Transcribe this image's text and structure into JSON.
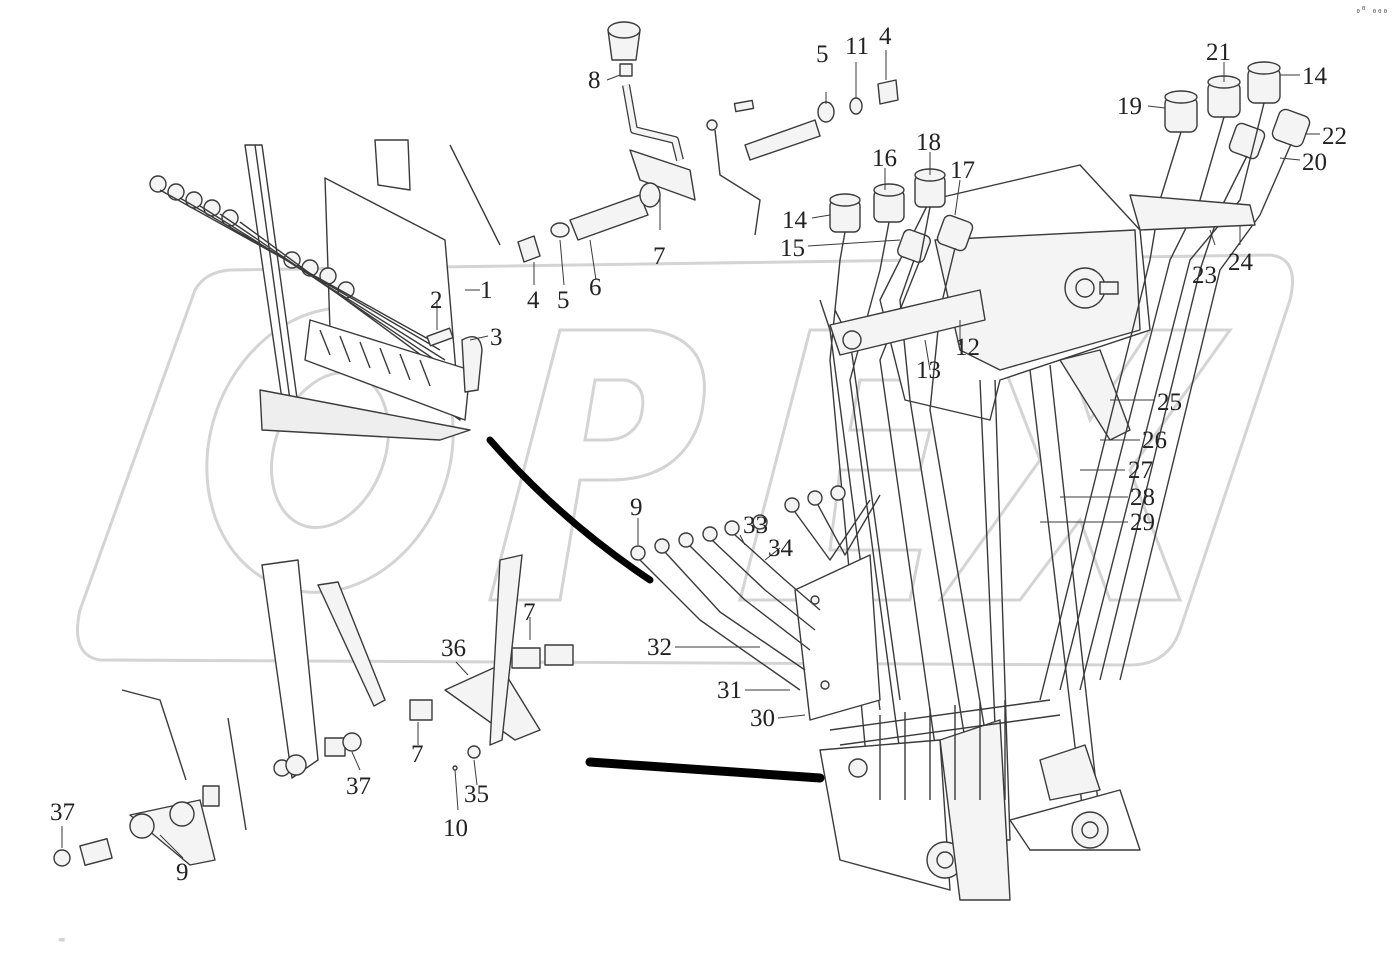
{
  "watermark": {
    "text": "OPEX",
    "color": "#d4d4d4"
  },
  "corner_mark": "₀⁰ ₀₀₀",
  "colors": {
    "line": "#3a3a3a",
    "fill": "#f4f4f4",
    "label": "#222222"
  },
  "callouts": [
    {
      "id": "c-8",
      "text": "8"
    },
    {
      "id": "c-5a",
      "text": "5"
    },
    {
      "id": "c-11",
      "text": "11"
    },
    {
      "id": "c-4a",
      "text": "4"
    },
    {
      "id": "c-21",
      "text": "21"
    },
    {
      "id": "c-14a",
      "text": "14"
    },
    {
      "id": "c-19",
      "text": "19"
    },
    {
      "id": "c-22",
      "text": "22"
    },
    {
      "id": "c-20",
      "text": "20"
    },
    {
      "id": "c-16",
      "text": "16"
    },
    {
      "id": "c-18",
      "text": "18"
    },
    {
      "id": "c-17",
      "text": "17"
    },
    {
      "id": "c-14b",
      "text": "14"
    },
    {
      "id": "c-15",
      "text": "15"
    },
    {
      "id": "c-7a",
      "text": "7"
    },
    {
      "id": "c-1",
      "text": "1"
    },
    {
      "id": "c-2",
      "text": "2"
    },
    {
      "id": "c-3",
      "text": "3"
    },
    {
      "id": "c-4b",
      "text": "4"
    },
    {
      "id": "c-5b",
      "text": "5"
    },
    {
      "id": "c-6",
      "text": "6"
    },
    {
      "id": "c-23",
      "text": "23"
    },
    {
      "id": "c-24",
      "text": "24"
    },
    {
      "id": "c-12",
      "text": "12"
    },
    {
      "id": "c-13",
      "text": "13"
    },
    {
      "id": "c-25",
      "text": "25"
    },
    {
      "id": "c-26",
      "text": "26"
    },
    {
      "id": "c-27",
      "text": "27"
    },
    {
      "id": "c-28",
      "text": "28"
    },
    {
      "id": "c-29",
      "text": "29"
    },
    {
      "id": "c-9a",
      "text": "9"
    },
    {
      "id": "c-33",
      "text": "33"
    },
    {
      "id": "c-34",
      "text": "34"
    },
    {
      "id": "c-32",
      "text": "32"
    },
    {
      "id": "c-31",
      "text": "31"
    },
    {
      "id": "c-30",
      "text": "30"
    },
    {
      "id": "c-7b",
      "text": "7"
    },
    {
      "id": "c-36",
      "text": "36"
    },
    {
      "id": "c-7c",
      "text": "7"
    },
    {
      "id": "c-37a",
      "text": "37"
    },
    {
      "id": "c-35",
      "text": "35"
    },
    {
      "id": "c-10",
      "text": "10"
    },
    {
      "id": "c-37b",
      "text": "37"
    },
    {
      "id": "c-9b",
      "text": "9"
    }
  ]
}
